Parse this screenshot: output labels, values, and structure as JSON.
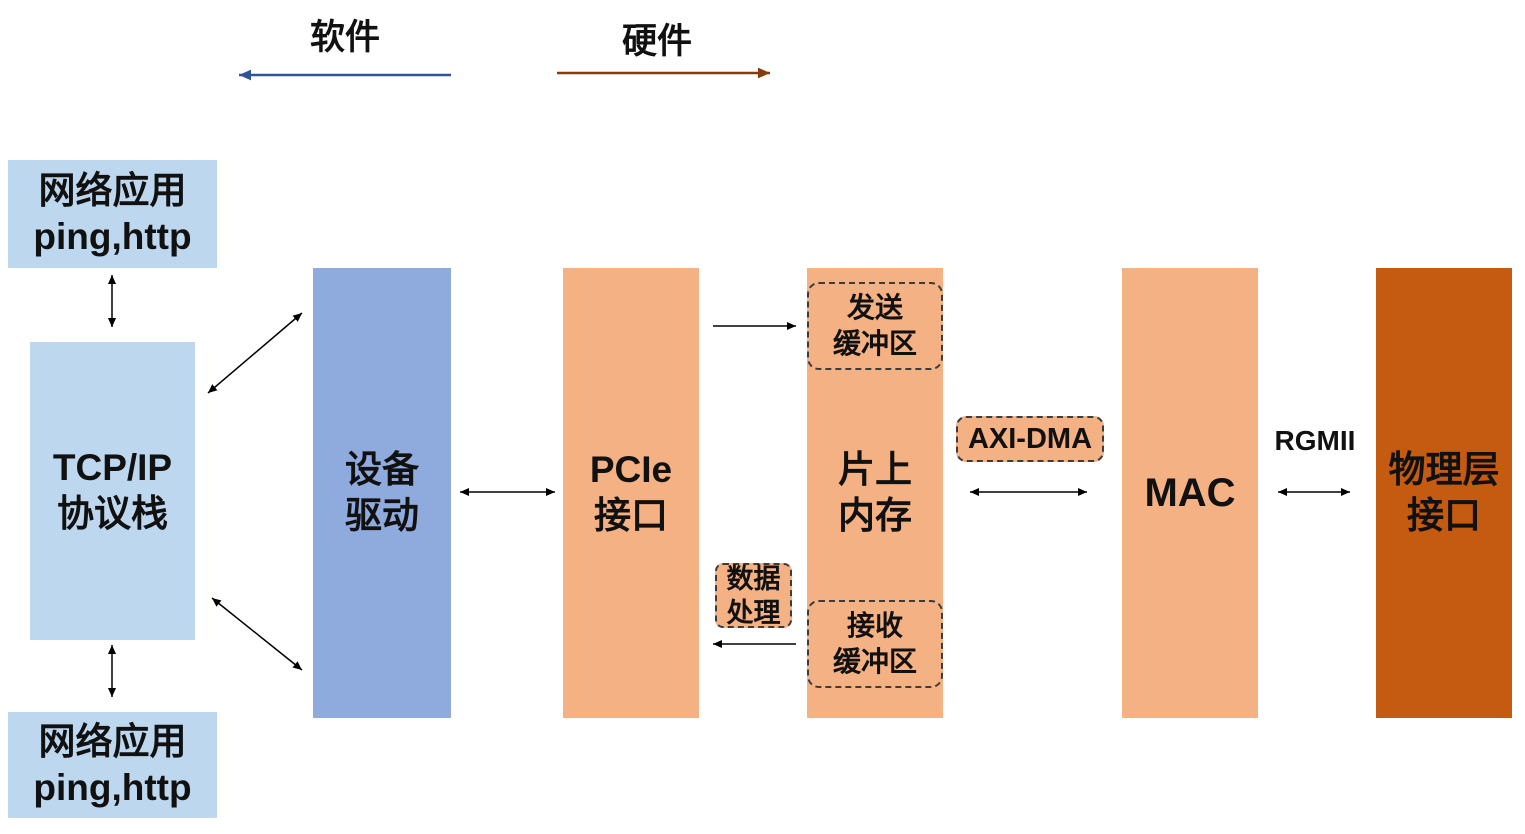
{
  "legend": {
    "software": "软件",
    "hardware": "硬件"
  },
  "nodes": {
    "app_top": {
      "line1": "网络应用",
      "line2": "ping,http"
    },
    "tcpip_stack": {
      "line1": "TCP/IP",
      "line2": "协议栈"
    },
    "app_bottom": {
      "line1": "网络应用",
      "line2": "ping,http"
    },
    "device_driver": {
      "line1": "设备",
      "line2": "驱动"
    },
    "pcie_interface": {
      "line1": "PCIe",
      "line2": "接口"
    },
    "data_processing": {
      "line1": "数据",
      "line2": "处理"
    },
    "onchip_memory": {
      "line1": "片上",
      "line2": "内存"
    },
    "tx_buffer": {
      "line1": "发送",
      "line2": "缓冲区"
    },
    "rx_buffer": {
      "line1": "接收",
      "line2": "缓冲区"
    },
    "axi_dma": {
      "label": "AXI-DMA"
    },
    "mac": {
      "label": "MAC"
    },
    "rgmii": {
      "label": "RGMII"
    },
    "phy_interface": {
      "line1": "物理层",
      "line2": "接口"
    }
  },
  "colors": {
    "app_blue": "#bdd7ee",
    "driver_blue": "#8faadc",
    "hw_orange": "#f4b183",
    "phy_orange": "#c55a11",
    "software_arrow": "#2f5597",
    "hardware_arrow": "#843c0c"
  }
}
